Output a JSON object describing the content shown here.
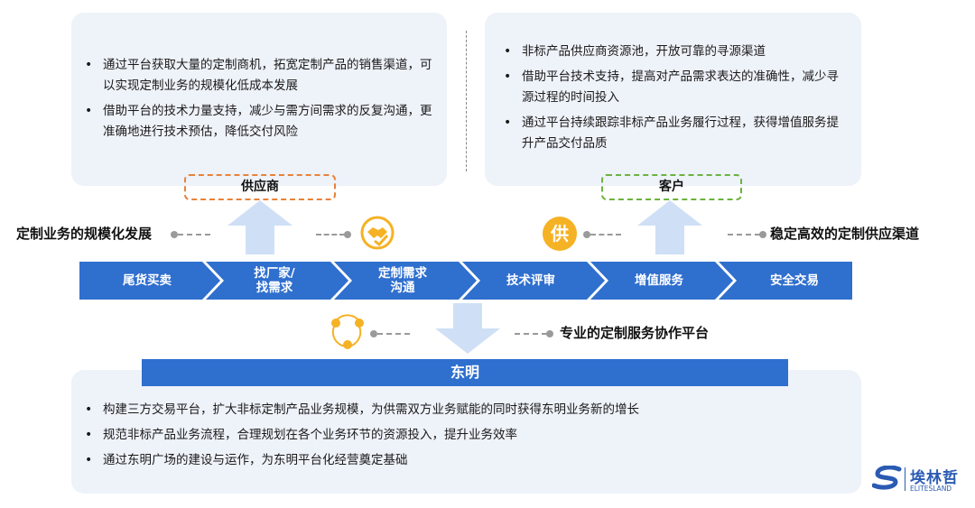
{
  "supplier": {
    "bullets": [
      "通过平台获取大量的定制商机，拓宽定制产品的销售渠道，可以实现定制业务的规模化低成本发展",
      "借助平台的技术力量支持，减少与需方间需求的反复沟通，更准确地进行技术预估，降低交付风险"
    ],
    "label": "供应商"
  },
  "customer": {
    "bullets": [
      "非标产品供应商资源池，开放可靠的寻源渠道",
      "借助平台技术支持，提高对产品需求表达的准确性，减少寻源过程的时间投入",
      "通过平台持续跟踪非标产品业务履行过程，获得增值服务提升产品交付品质"
    ],
    "label": "客户"
  },
  "side_labels": {
    "left": "定制业务的规模化发展",
    "right": "稳定高效的定制供应渠道",
    "platform": "专业的定制服务协作平台"
  },
  "process_steps": [
    "尾货买卖",
    "找厂家/\n找需求",
    "定制需求\n沟通",
    "技术评审",
    "增值服务",
    "安全交易"
  ],
  "icons": {
    "handshake": "handshake-icon",
    "supply_char": "供",
    "network": "network-icon"
  },
  "dongming": {
    "label": "东明",
    "bullets": [
      "构建三方交易平台，扩大非标定制产品业务规模，为供需双方业务赋能的同时获得东明业务新的增长",
      "规范非标产品业务流程，合理规划在各个业务环节的资源投入，提升业务效率",
      "通过东明广场的建设与运作，为东明平台化经营奠定基础"
    ]
  },
  "logo": {
    "cn": "埃林哲",
    "en": "ELITESLAND"
  },
  "colors": {
    "chevron": "#2f6fce",
    "supplier_border": "#e8823a",
    "customer_border": "#6cb33e",
    "icon": "#f5b224",
    "arrow": "#cfe0f6"
  }
}
